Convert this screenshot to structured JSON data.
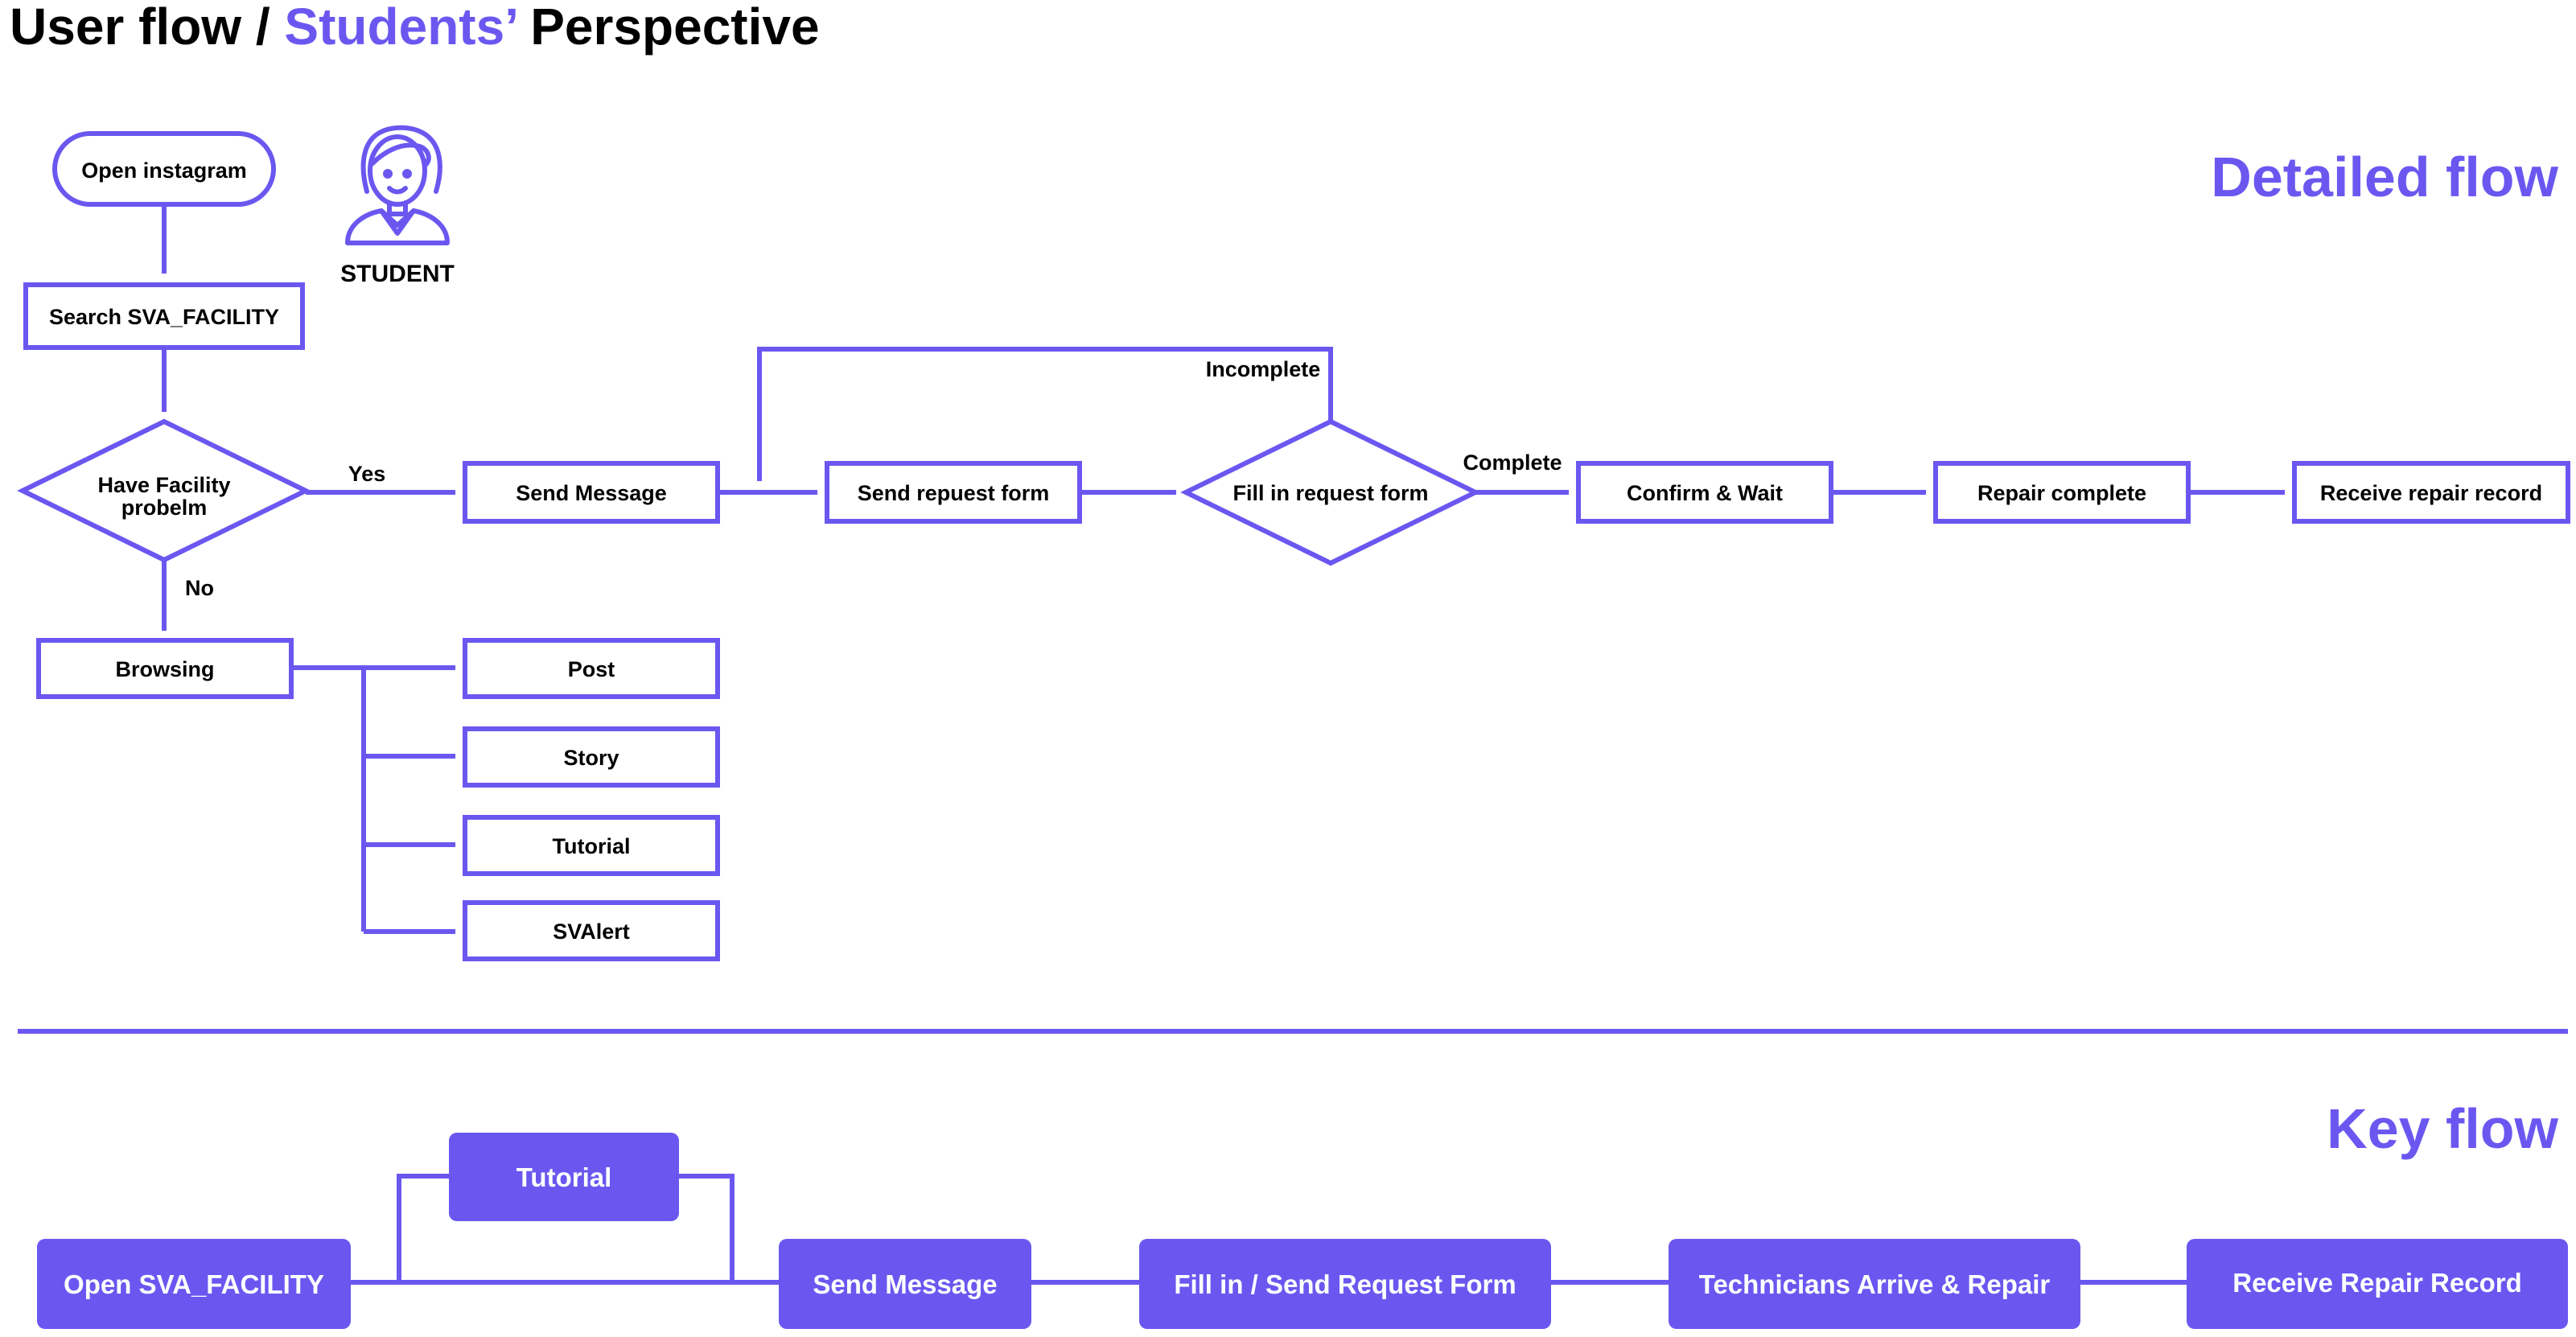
{
  "title": {
    "prefix": "User flow / ",
    "accent": "Students’",
    "suffix": " Perspective"
  },
  "accent_color": "#6b57f0",
  "section_labels": {
    "detailed": "Detailed flow",
    "key": "Key flow"
  },
  "student_label": "STUDENT",
  "student_icon": "student-avatar-icon",
  "detailed": {
    "open_instagram": "Open instagram",
    "search": "Search SVA_FACILITY",
    "decision": [
      "Have Facility",
      "probelm"
    ],
    "yes": "Yes",
    "no": "No",
    "send_message": "Send Message",
    "send_request_form": "Send repuest form",
    "fill_form": "Fill in request form",
    "incomplete": "Incomplete",
    "complete": "Complete",
    "confirm_wait": "Confirm & Wait",
    "repair_complete": "Repair complete",
    "receive_record": "Receive repair record",
    "browsing": "Browsing",
    "browse_items": [
      "Post",
      "Story",
      "Tutorial",
      "SVAlert"
    ]
  },
  "key": {
    "open": "Open SVA_FACILITY",
    "tutorial": "Tutorial",
    "send_message": "Send Message",
    "fill_send": "Fill in / Send Request Form",
    "technicians": "Technicians Arrive & Repair",
    "receive": "Receive Repair Record"
  }
}
